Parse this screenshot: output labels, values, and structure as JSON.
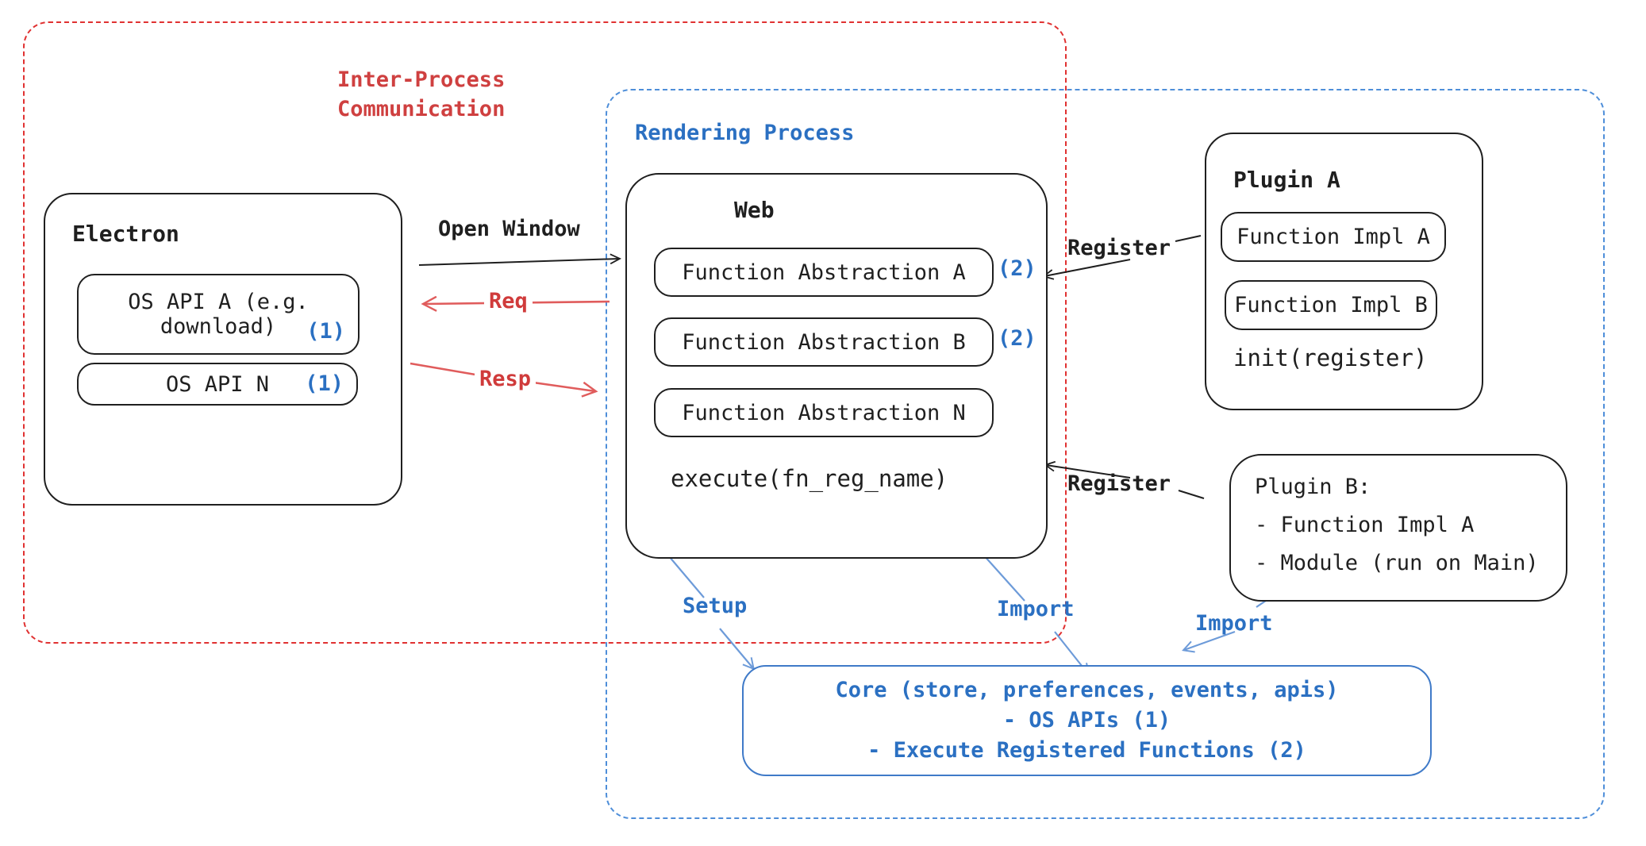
{
  "diagram": {
    "ipc_group": {
      "label_line1": "Inter-Process",
      "label_line2": "Communication"
    },
    "rendering_group": {
      "label": "Rendering Process"
    },
    "electron": {
      "title": "Electron",
      "api_a": {
        "line1": "OS API A (e.g.",
        "line2": "download)",
        "ref": "(1)"
      },
      "api_n": {
        "label": "OS API N",
        "ref": "(1)"
      }
    },
    "web": {
      "title": "Web",
      "items": [
        {
          "label": "Function Abstraction A",
          "ref": "(2)"
        },
        {
          "label": "Function Abstraction B",
          "ref": "(2)"
        },
        {
          "label": "Function Abstraction N",
          "ref": ""
        }
      ],
      "footer": "execute(fn_reg_name)"
    },
    "plugin_a": {
      "title": "Plugin A",
      "items": [
        "Function Impl A",
        "Function Impl B"
      ],
      "footer": "init(register)"
    },
    "plugin_b": {
      "lines": [
        "Plugin B:",
        "- Function Impl A",
        "- Module (run on Main)"
      ]
    },
    "core": {
      "lines": [
        "Core (store, preferences, events, apis)",
        "- OS APIs (1)",
        "- Execute Registered Functions (2)"
      ]
    },
    "edges": {
      "open_window": "Open Window",
      "req": "Req",
      "resp": "Resp",
      "register_top": "Register",
      "register_bottom": "Register",
      "setup": "Setup",
      "import_mid": "Import",
      "import_right": "Import"
    },
    "colors": {
      "black": "#1f1f1f",
      "red_dash": "#e03131",
      "red_text": "#cf4040",
      "red_arrow": "#e05c5c",
      "blue_dash": "#4e8ed9",
      "blue_text": "#2b70c2",
      "blue_arrow": "#6d9bd9",
      "core_border": "#3f7ac8"
    }
  }
}
